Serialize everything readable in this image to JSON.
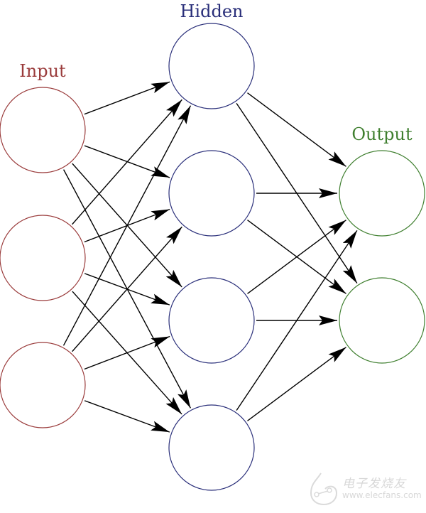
{
  "diagram": {
    "title": "Feed-forward neural network",
    "layers": [
      {
        "id": "input",
        "label": "Input",
        "color": "#9a3b3b",
        "node_count": 3
      },
      {
        "id": "hidden",
        "label": "Hidden",
        "color": "#2a2f7a",
        "node_count": 4
      },
      {
        "id": "output",
        "label": "Output",
        "color": "#3f7f2f",
        "node_count": 2
      }
    ],
    "edge_color": "#000000",
    "connectivity": "fully-connected between adjacent layers",
    "edges": [
      [
        "input-0",
        "hidden-0"
      ],
      [
        "input-0",
        "hidden-1"
      ],
      [
        "input-0",
        "hidden-2"
      ],
      [
        "input-0",
        "hidden-3"
      ],
      [
        "input-1",
        "hidden-0"
      ],
      [
        "input-1",
        "hidden-1"
      ],
      [
        "input-1",
        "hidden-2"
      ],
      [
        "input-1",
        "hidden-3"
      ],
      [
        "input-2",
        "hidden-0"
      ],
      [
        "input-2",
        "hidden-1"
      ],
      [
        "input-2",
        "hidden-2"
      ],
      [
        "input-2",
        "hidden-3"
      ],
      [
        "hidden-0",
        "output-0"
      ],
      [
        "hidden-0",
        "output-1"
      ],
      [
        "hidden-1",
        "output-0"
      ],
      [
        "hidden-1",
        "output-1"
      ],
      [
        "hidden-2",
        "output-0"
      ],
      [
        "hidden-2",
        "output-1"
      ],
      [
        "hidden-3",
        "output-0"
      ],
      [
        "hidden-3",
        "output-1"
      ]
    ]
  },
  "watermark": {
    "name_cn": "电子发烧友",
    "url": "www.elecfans.com"
  }
}
